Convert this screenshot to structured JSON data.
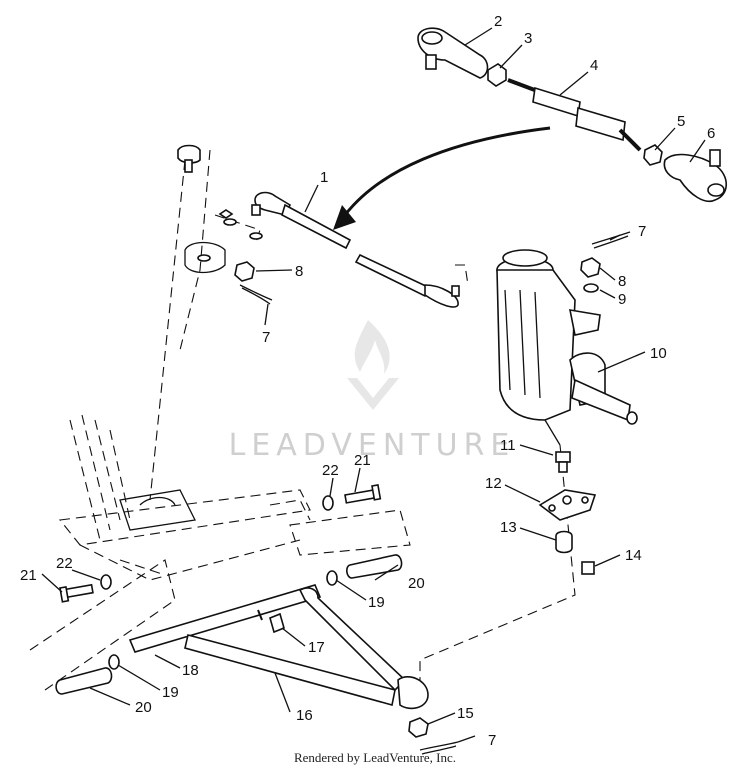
{
  "watermark": {
    "text": "LEADVENTURE"
  },
  "footer": {
    "credit": "Rendered by LeadVenture, Inc."
  },
  "callouts": [
    {
      "num": "1"
    },
    {
      "num": "2"
    },
    {
      "num": "3"
    },
    {
      "num": "4"
    },
    {
      "num": "5"
    },
    {
      "num": "6"
    },
    {
      "num": "7"
    },
    {
      "num": "7"
    },
    {
      "num": "7"
    },
    {
      "num": "8"
    },
    {
      "num": "8"
    },
    {
      "num": "9"
    },
    {
      "num": "10"
    },
    {
      "num": "11"
    },
    {
      "num": "12"
    },
    {
      "num": "13"
    },
    {
      "num": "14"
    },
    {
      "num": "15"
    },
    {
      "num": "16"
    },
    {
      "num": "17"
    },
    {
      "num": "18"
    },
    {
      "num": "19"
    },
    {
      "num": "19"
    },
    {
      "num": "20"
    },
    {
      "num": "20"
    },
    {
      "num": "21"
    },
    {
      "num": "21"
    },
    {
      "num": "22"
    },
    {
      "num": "22"
    }
  ]
}
